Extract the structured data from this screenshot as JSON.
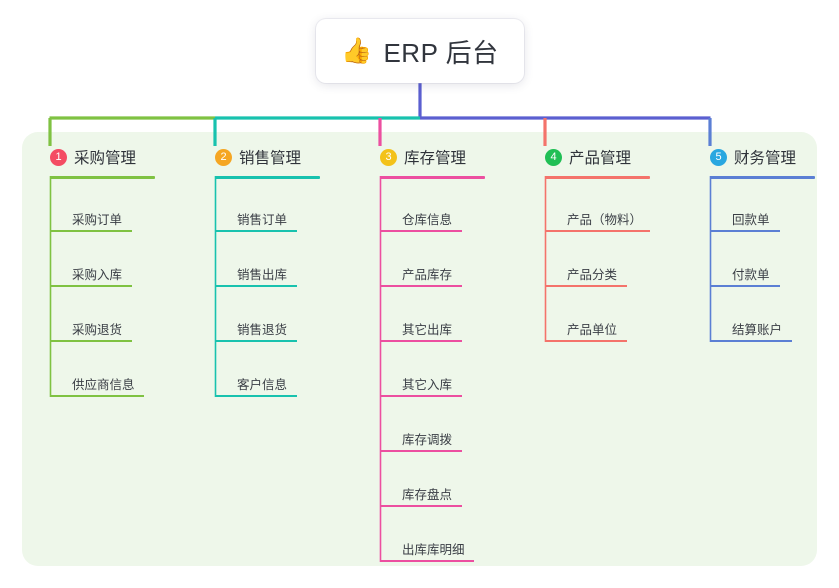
{
  "root": {
    "icon": "thumbs-up-icon",
    "emoji": "👍",
    "title": "ERP 后台"
  },
  "theme": {
    "page_background": "#ffffff",
    "panel_background": "#eef7ea",
    "root_card_background": "#ffffff",
    "root_text": "#31353d",
    "trunk_color": "#5b5fd0",
    "branch_green": "#7fc242",
    "branch_teal": "#18c2ae",
    "branch_blue": "#5b5fd0"
  },
  "columns": [
    {
      "index": "1",
      "badge_number": "1",
      "badge_color": "#f44c63",
      "title": "采购管理",
      "line_color": "#7fc242",
      "rule_width": 105,
      "items": [
        {
          "label": "采购订单",
          "rule_width": 82
        },
        {
          "label": "采购入库",
          "rule_width": 82
        },
        {
          "label": "采购退货",
          "rule_width": 82
        },
        {
          "label": "供应商信息",
          "rule_width": 94
        }
      ]
    },
    {
      "index": "2",
      "badge_number": "2",
      "badge_color": "#f5a623",
      "title": "销售管理",
      "line_color": "#18c2ae",
      "rule_width": 105,
      "items": [
        {
          "label": "销售订单",
          "rule_width": 82
        },
        {
          "label": "销售出库",
          "rule_width": 82
        },
        {
          "label": "销售退货",
          "rule_width": 82
        },
        {
          "label": "客户信息",
          "rule_width": 82
        }
      ]
    },
    {
      "index": "3",
      "badge_number": "3",
      "badge_color": "#f3c21a",
      "title": "库存管理",
      "line_color": "#ec4fa0",
      "rule_width": 105,
      "items": [
        {
          "label": "仓库信息",
          "rule_width": 82
        },
        {
          "label": "产品库存",
          "rule_width": 82
        },
        {
          "label": "其它出库",
          "rule_width": 82
        },
        {
          "label": "其它入库",
          "rule_width": 82
        },
        {
          "label": "库存调拨",
          "rule_width": 82
        },
        {
          "label": "库存盘点",
          "rule_width": 82
        },
        {
          "label": "出库库明细",
          "rule_width": 94
        }
      ]
    },
    {
      "index": "4",
      "badge_number": "4",
      "badge_color": "#20bf55",
      "title": "产品管理",
      "line_color": "#f4736b",
      "rule_width": 105,
      "items": [
        {
          "label": "产品（物料）",
          "rule_width": 105
        },
        {
          "label": "产品分类",
          "rule_width": 82
        },
        {
          "label": "产品单位",
          "rule_width": 82
        }
      ]
    },
    {
      "index": "5",
      "badge_number": "5",
      "badge_color": "#29a7e0",
      "title": "财务管理",
      "line_color": "#5b7fd4",
      "rule_width": 105,
      "items": [
        {
          "label": "回款单",
          "rule_width": 70
        },
        {
          "label": "付款单",
          "rule_width": 70
        },
        {
          "label": "结算账户",
          "rule_width": 82
        }
      ]
    }
  ]
}
